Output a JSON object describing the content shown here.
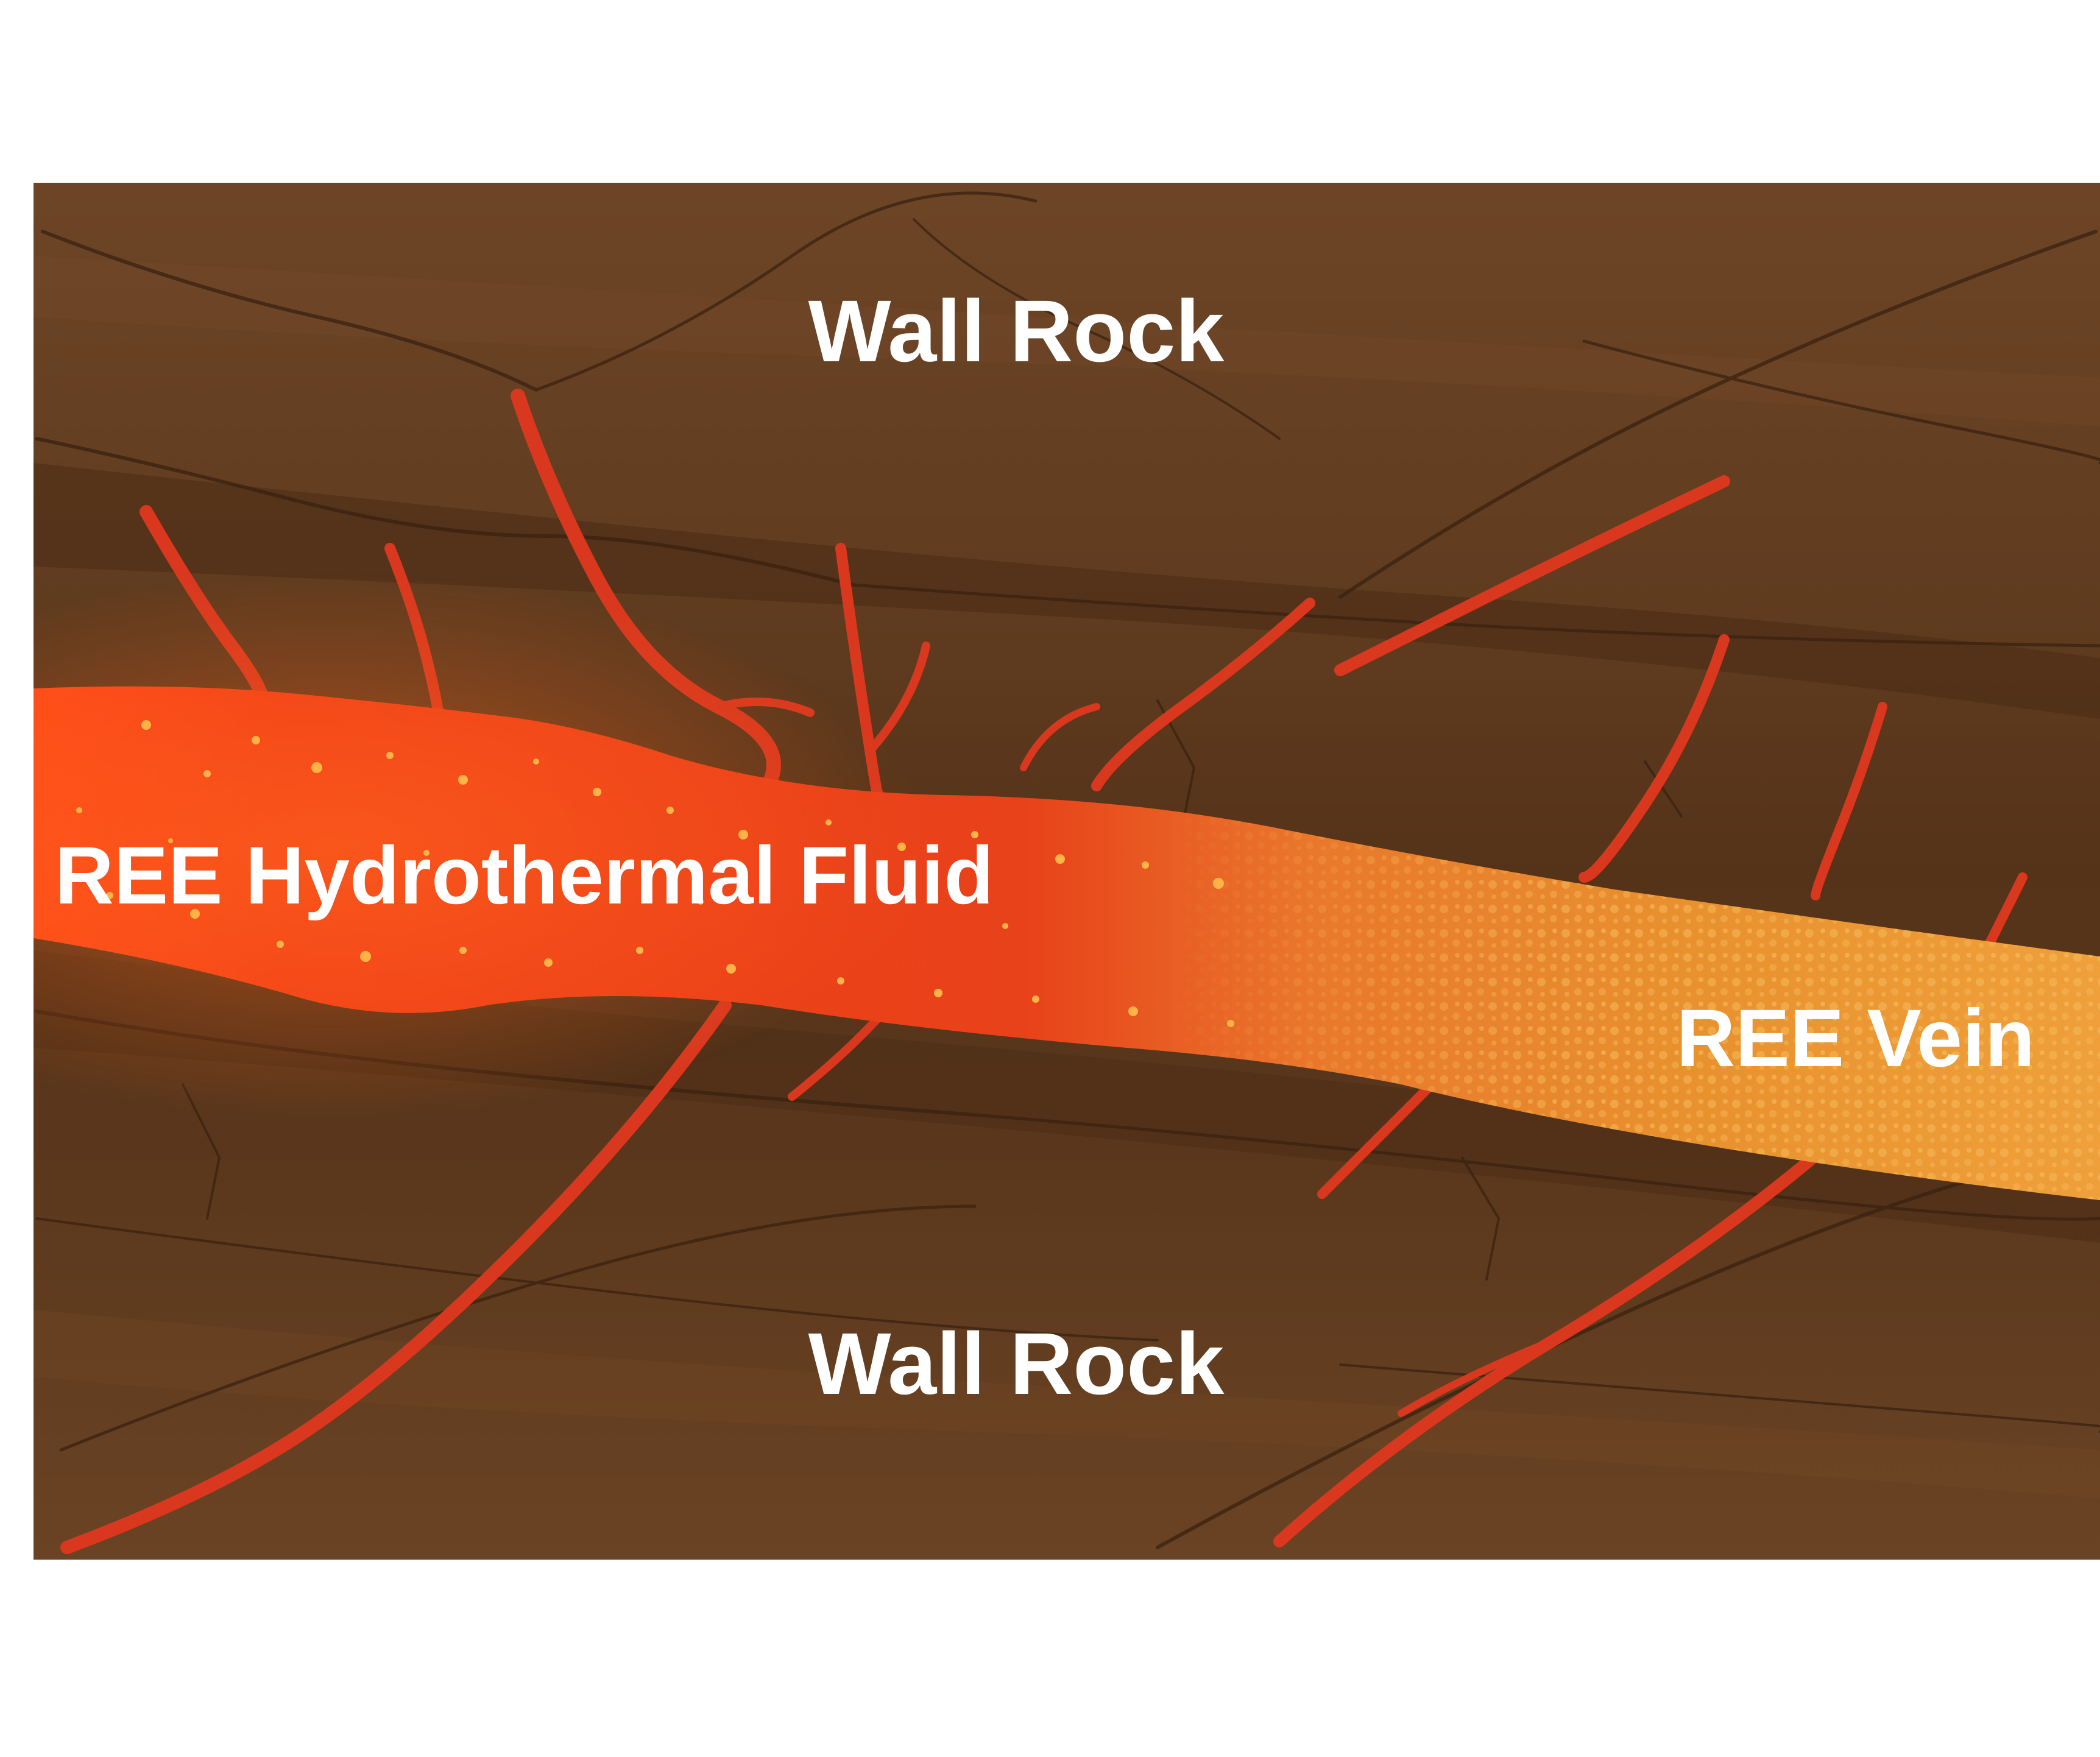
{
  "labels": {
    "wall_rock_top": "Wall Rock",
    "fluid": "REE Hydrothermal Fluid",
    "vein": "REE Vein",
    "wall_rock_bottom": "Wall Rock"
  },
  "colors": {
    "page_background": "#ffffff",
    "rock_light": "#6b4423",
    "rock_dark": "#4a2c15",
    "crack_line": "#3a2210",
    "fluid_bright": "#ff5a1a",
    "fluid_deep": "#e8391a",
    "fracture_red": "#d9381e",
    "vein_orange": "#e8912e",
    "vein_light": "#f2a544",
    "label_text": "#ffffff"
  }
}
